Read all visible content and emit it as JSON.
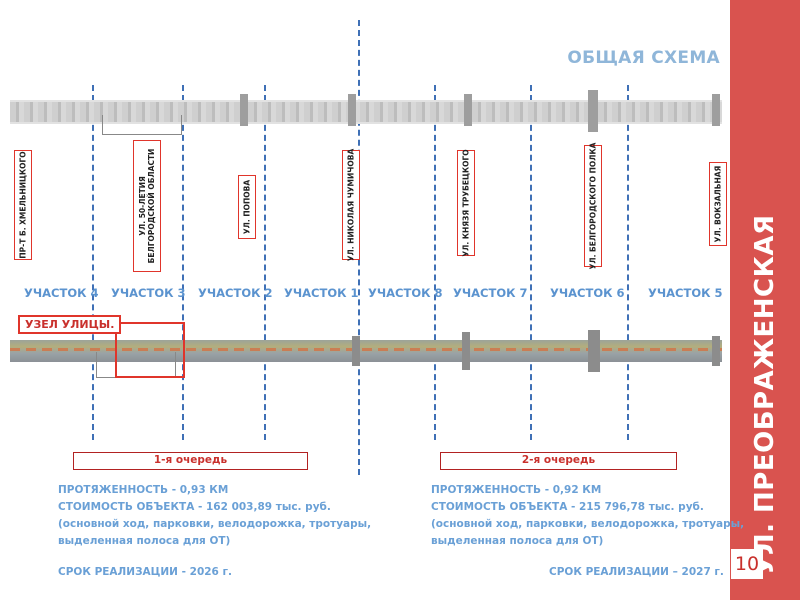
{
  "header": {
    "title": "ОБЩАЯ СХЕМА"
  },
  "sidebar": {
    "title": "УЛ. ПРЕОБРАЖЕНСКАЯ",
    "page_number": "10"
  },
  "streets": [
    "ПР-Т Б. ХМЕЛЬНИЦКОГО",
    "УЛ. 50-ЛЕТИЯ БЕЛГОРОДСКОЙ ОБЛАСТИ",
    "УЛ. ПОПОВА",
    "УЛ. НИКОЛАЯ ЧУМИЧОВА",
    "УЛ. КНЯЗЯ ТРУБЕЦКОГО",
    "УЛ. БЕЛГОРОДСКОГО ПОЛКА",
    "УЛ. ВОКЗАЛЬНАЯ"
  ],
  "sections": [
    "УЧАСТОК 4",
    "УЧАСТОК 3",
    "УЧАСТОК 2",
    "УЧАСТОК 1",
    "УЧАСТОК 8",
    "УЧАСТОК 7",
    "УЧАСТОК 6",
    "УЧАСТОК 5"
  ],
  "node_label": "УЗЕЛ УЛИЦЫ.",
  "phases": [
    {
      "label": "1-я очередь",
      "length": "ПРОТЯЖЕННОСТЬ - 0,93 КМ",
      "cost": "СТОИМОСТЬ ОБЪЕКТА - 162 003,89 тыс. руб.",
      "scope_line1": "(основной ход, парковки, велодорожка, тротуары,",
      "scope_line2": "выделенная полоса для ОТ)",
      "term": "СРОК РЕАЛИЗАЦИИ - 2026 г."
    },
    {
      "label": "2-я очередь",
      "length": "ПРОТЯЖЕННОСТЬ - 0,92 КМ",
      "cost": "СТОИМОСТЬ ОБЪЕКТА - 215 796,78 тыс. руб.",
      "scope_line1": "(основной ход, парковки, велодорожка, тротуары,",
      "scope_line2": "выделенная полоса для ОТ)",
      "term": "СРОК РЕАЛИЗАЦИИ – 2027 г."
    }
  ],
  "colors": {
    "sidebar": "#d9534f",
    "accent_blue": "#5b93cf",
    "label_red": "#e0352b"
  }
}
